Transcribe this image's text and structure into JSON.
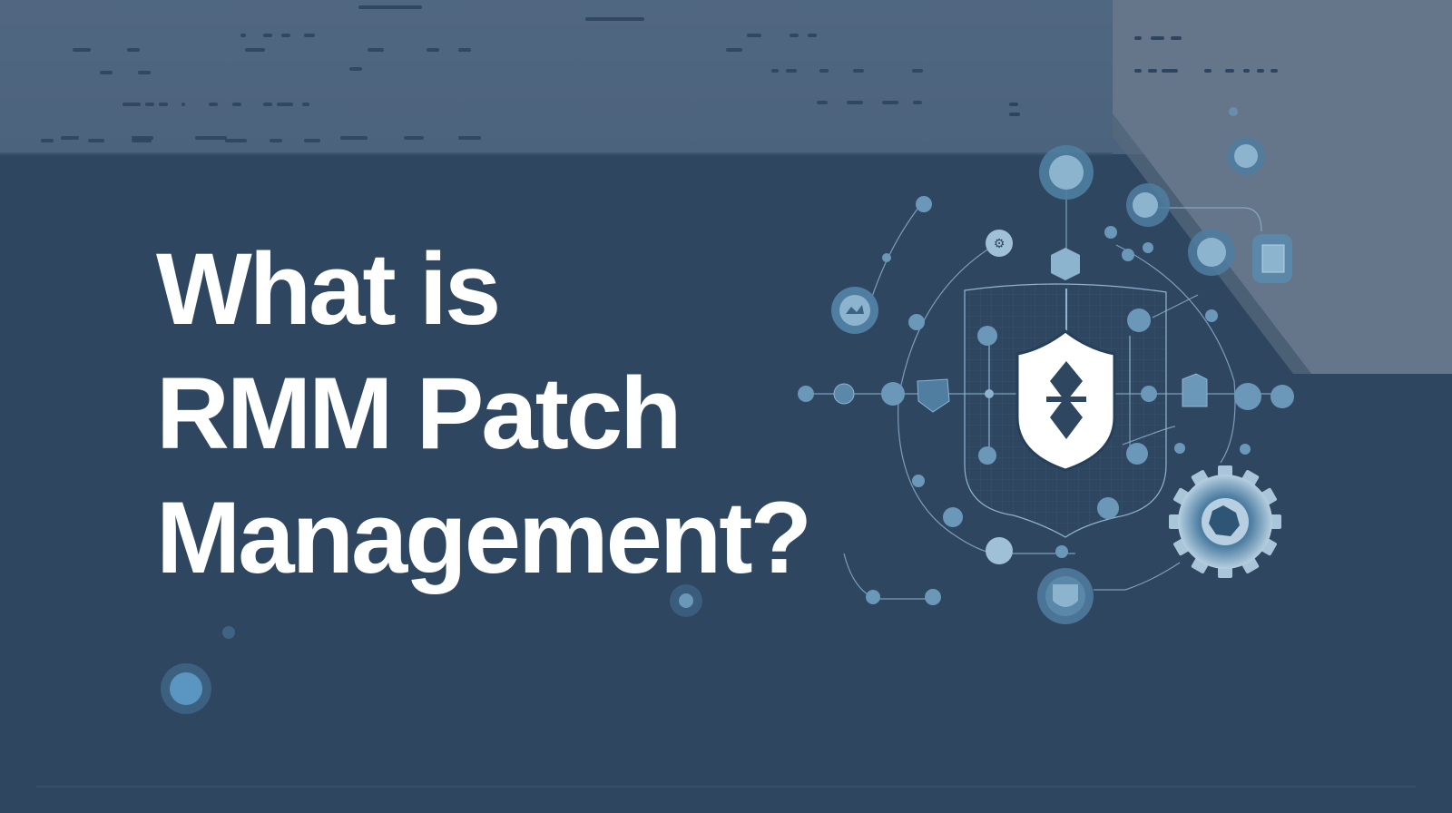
{
  "headline": {
    "line1": "What is",
    "line2": "RMM Patch",
    "line3": "Management?"
  },
  "colors": {
    "background": "#2f4661",
    "top_band": "#4e6580",
    "right_panel": "#65768a",
    "headline_text": "#ffffff",
    "node_fill": "#7fa8c4",
    "node_ring": "#4f7ea0",
    "line": "#8fb4cf",
    "shield_fill": "#ffffff"
  },
  "icons": [
    "shield-icon",
    "gear-icon",
    "network-node-icon",
    "device-icon",
    "cloud-icon"
  ]
}
